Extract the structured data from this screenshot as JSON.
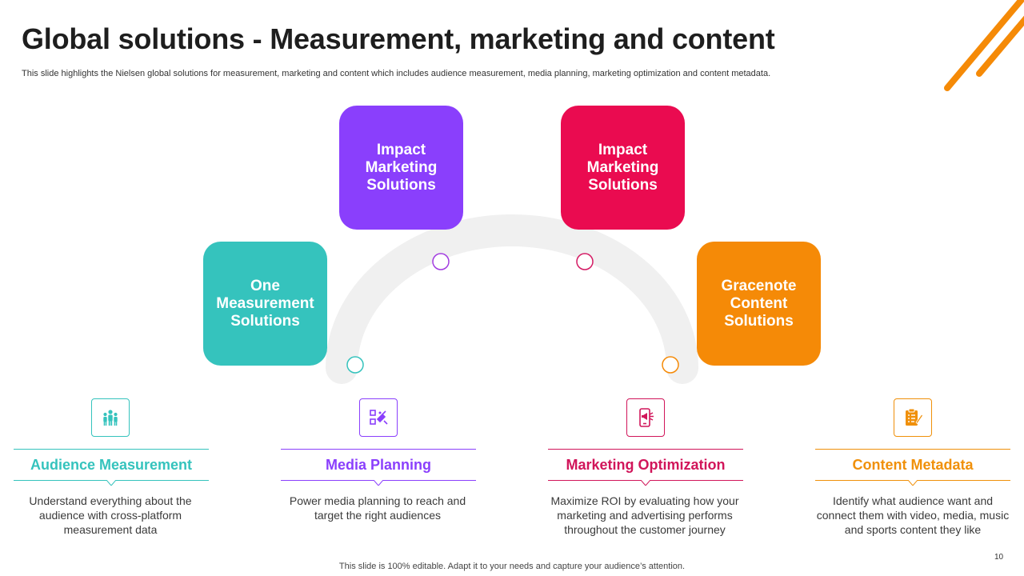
{
  "slide": {
    "title": "Global solutions - Measurement, marketing and content",
    "subtitle": "This slide highlights the Nielsen global solutions for measurement, marketing and content which includes audience measurement, media planning, marketing optimization and content metadata.",
    "footer": "This slide is 100% editable. Adapt it to your needs and capture your audience’s attention.",
    "page_number": "10"
  },
  "colors": {
    "teal": "#35c3bd",
    "purple": "#8a3ffc",
    "crimson": "#ea0b50",
    "orange": "#f58a07",
    "accent_stripes": "#f58a07"
  },
  "boxes": [
    {
      "label": "One Measurement Solutions",
      "color": "#35c3bd"
    },
    {
      "label": "Impact Marketing Solutions",
      "color": "#8a3ffc"
    },
    {
      "label": "Impact Marketing Solutions",
      "color": "#ea0b50"
    },
    {
      "label": "Gracenote Content Solutions",
      "color": "#f58a07"
    }
  ],
  "features": [
    {
      "icon": "audience-group-icon",
      "title": "Audience Measurement",
      "color": "#35c3bd",
      "description": "Understand everything about the audience with cross-platform measurement data"
    },
    {
      "icon": "media-planning-icon",
      "title": "Media Planning",
      "color": "#8a3ffc",
      "description": "Power media planning to reach and target the right audiences"
    },
    {
      "icon": "phone-megaphone-icon",
      "title": "Marketing Optimization",
      "color": "#d1155a",
      "description": "Maximize ROI by evaluating how your marketing and advertising performs throughout the customer journey"
    },
    {
      "icon": "clipboard-checklist-icon",
      "title": "Content Metadata",
      "color": "#f0900a",
      "description": "Identify what audience want and connect them with video, media, music and sports content they like"
    }
  ]
}
